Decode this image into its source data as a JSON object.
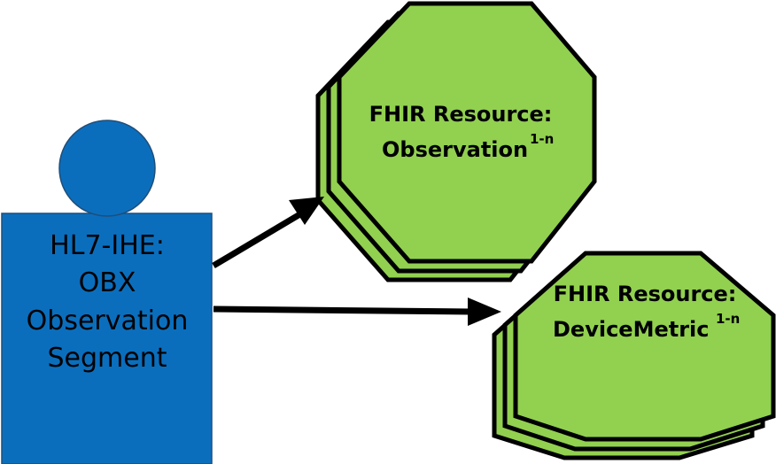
{
  "colors": {
    "person_fill": "#0b6ebd",
    "octagon_fill": "#92d050",
    "outline": "#000000"
  },
  "hl7_segment": {
    "lines": [
      "HL7-IHE:",
      "OBX",
      "Observation",
      "Segment"
    ]
  },
  "fhir_observation": {
    "title": "FHIR Resource:",
    "name": "Observation",
    "cardinality": "1-n"
  },
  "fhir_devicemetric": {
    "title": "FHIR Resource:",
    "name": "DeviceMetric",
    "cardinality": "1-n"
  }
}
